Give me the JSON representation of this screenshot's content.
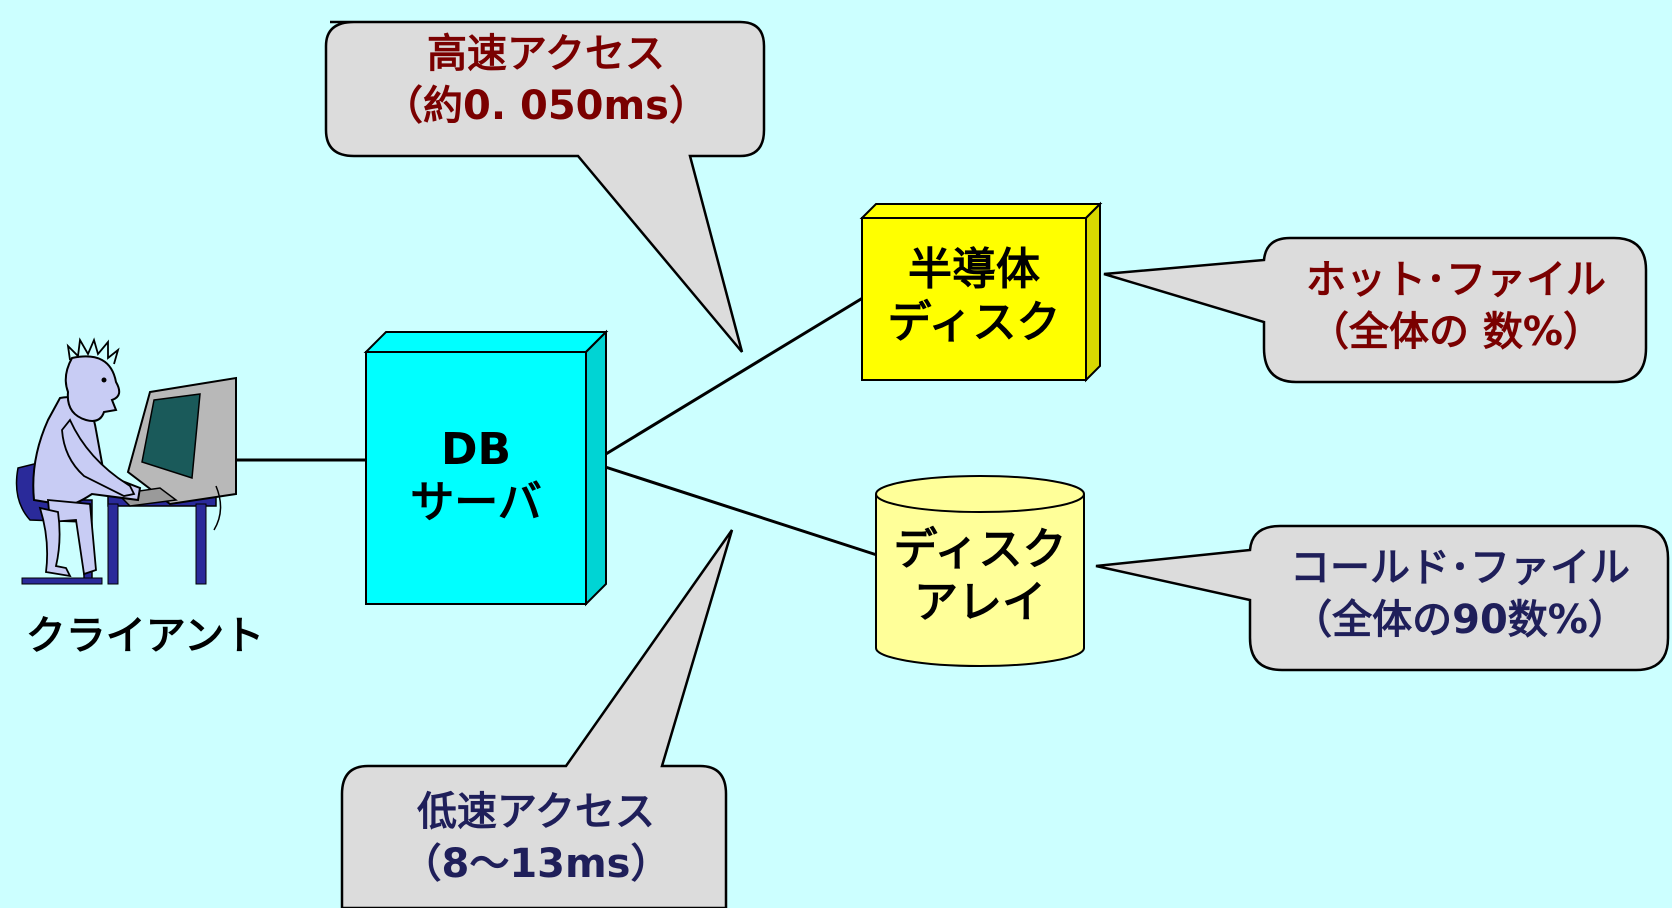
{
  "colors": {
    "background": "#ccffff",
    "db_server": "#00ffff",
    "ssd": "#ffff00",
    "disk_array": "#ffff99",
    "callout": "#dcdcdc",
    "fast_text": "#7a0000",
    "slow_text": "#1f1f5a"
  },
  "client": {
    "label": "クライアント",
    "icon": "person-at-computer-icon"
  },
  "db_server": {
    "line1": "DB",
    "line2": "サーバ"
  },
  "ssd": {
    "line1": "半導体",
    "line2": "ディスク"
  },
  "disk_array": {
    "line1": "ディスク",
    "line2": "アレイ"
  },
  "callouts": {
    "fast": {
      "line1": "高速アクセス",
      "line2": "（約0. 050ms）"
    },
    "slow": {
      "line1": "低速アクセス",
      "line2": "（8～13ms）"
    },
    "hot": {
      "line1": "ホット･ファイル",
      "line2": "（全体の 数%）"
    },
    "cold": {
      "line1": "コールド･ファイル",
      "line2": "（全体の90数%）"
    }
  }
}
